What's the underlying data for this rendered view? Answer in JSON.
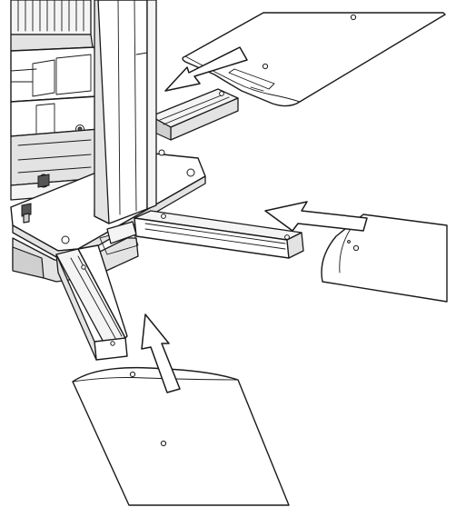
{
  "figure": {
    "kind": "exploded assembly illustration",
    "parts": {
      "motor_housing": "motor-housing",
      "mast": "vertical-mast",
      "base_plate": "base-plate",
      "arms": [
        "arm-back",
        "arm-right",
        "arm-front"
      ],
      "blades": [
        "blade-top-right",
        "blade-right",
        "blade-bottom"
      ],
      "arrows": [
        "arrow-top",
        "arrow-right",
        "arrow-bottom"
      ]
    },
    "colors": {
      "line": "#1a1a1a",
      "fill_light": "#f4f4f4",
      "fill_mid": "#e3e3e3",
      "fill_dark": "#cfcfcf",
      "background": "#ffffff"
    }
  }
}
